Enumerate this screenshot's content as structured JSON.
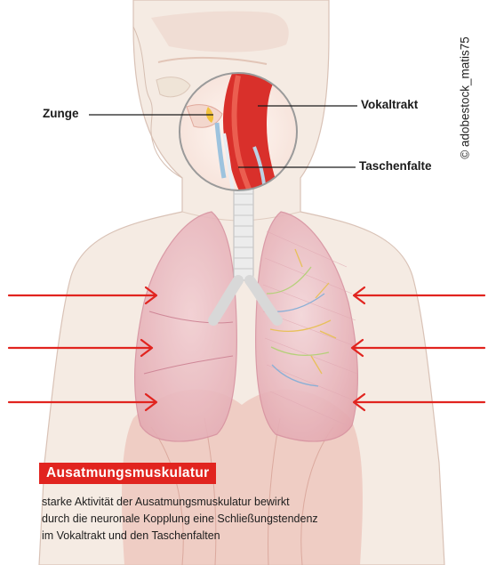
{
  "labels": {
    "tongue": "Zunge",
    "vocal_tract": "Vokaltrakt",
    "false_vocal_fold": "Taschenfalte"
  },
  "credit": "© adobestock_matis75",
  "heading": "Ausatmungsmuskulatur",
  "caption_lines": [
    "starke Aktivität der Ausatmungsmuskulatur bewirkt",
    "durch die neuronale Kopplung eine Schließungstendenz",
    "im Vokaltrakt und den Taschenfalten"
  ],
  "colors": {
    "arrow": "#e1241f",
    "heading_bg": "#e1241f",
    "body_fill": "#f4e9e1",
    "lung_fill": "#e8b8be",
    "trachea": "#e6e6e6",
    "tract": "#d9302b"
  },
  "arrows": {
    "count_per_side": 3,
    "direction": "inward"
  }
}
